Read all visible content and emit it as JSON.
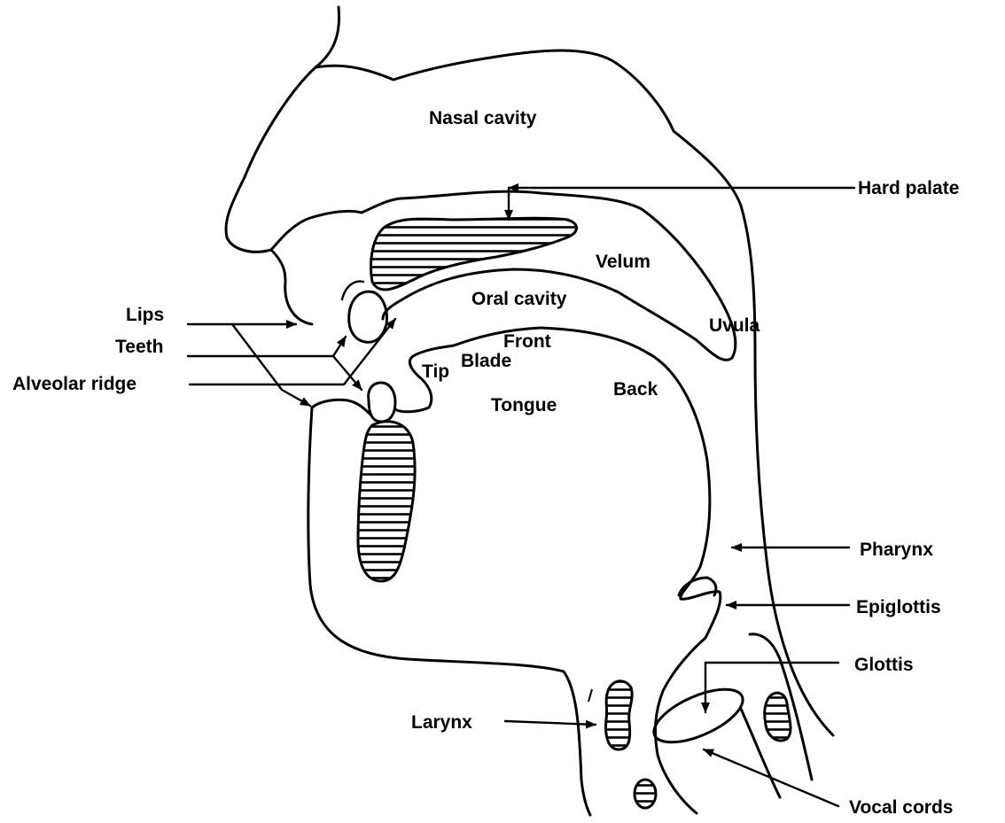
{
  "diagram": {
    "labels": {
      "nasal_cavity": "Nasal cavity",
      "hard_palate": "Hard palate",
      "velum": "Velum",
      "oral_cavity": "Oral cavity",
      "uvula": "Uvula",
      "lips": "Lips",
      "teeth": "Teeth",
      "alveolar_ridge": "Alveolar ridge",
      "front": "Front",
      "blade": "Blade",
      "tip": "Tip",
      "back": "Back",
      "tongue": "Tongue",
      "pharynx": "Pharynx",
      "epiglottis": "Epiglottis",
      "glottis": "Glottis",
      "larynx": "Larynx",
      "vocal_cords": "Vocal cords"
    }
  }
}
